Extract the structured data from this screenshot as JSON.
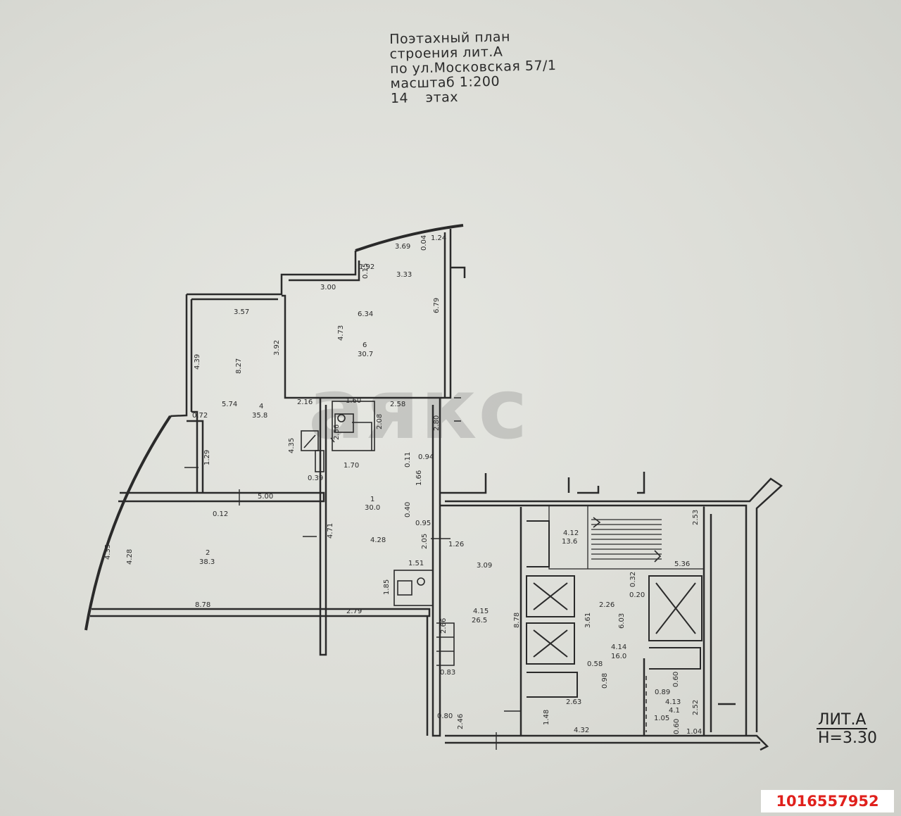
{
  "title": {
    "line1": "Поэтахный план",
    "line2": "строения лит.А",
    "line3": "по ул.Московская 57/1",
    "line4": "масштаб 1:200",
    "line5": "14   этах"
  },
  "legend": {
    "lit": "ЛИТ.А",
    "height": "H=3.30"
  },
  "watermark": "аякс",
  "listing_id": "1016557952",
  "dimensions": [
    {
      "id": "d1",
      "text": "3.57"
    },
    {
      "id": "d2",
      "text": "3.00"
    },
    {
      "id": "d3",
      "text": "3.33"
    },
    {
      "id": "d4",
      "text": "3.69"
    },
    {
      "id": "d5",
      "text": "0.04"
    },
    {
      "id": "d6",
      "text": "1.24"
    },
    {
      "id": "d7",
      "text": "0.15"
    },
    {
      "id": "d8",
      "text": "1.92"
    },
    {
      "id": "d9",
      "text": "6.34"
    },
    {
      "id": "d10",
      "text": "4.73"
    },
    {
      "id": "d11",
      "text": "6.79"
    },
    {
      "id": "d12",
      "text": "3.92"
    },
    {
      "id": "d13",
      "text": "4.39"
    },
    {
      "id": "d14",
      "text": "8.27"
    },
    {
      "id": "d15",
      "text": "5.74"
    },
    {
      "id": "d16",
      "text": "0.72"
    },
    {
      "id": "d17",
      "text": "2.16"
    },
    {
      "id": "d18",
      "text": "1.60"
    },
    {
      "id": "d19",
      "text": "2.58"
    },
    {
      "id": "d20",
      "text": "2.80"
    },
    {
      "id": "d21",
      "text": "4.35"
    },
    {
      "id": "d22",
      "text": "2.56"
    },
    {
      "id": "d23",
      "text": "2.08"
    },
    {
      "id": "d24",
      "text": "1.70"
    },
    {
      "id": "d25",
      "text": "0.11"
    },
    {
      "id": "d26",
      "text": "0.94"
    },
    {
      "id": "d27",
      "text": "1.66"
    },
    {
      "id": "d28",
      "text": "0.39"
    },
    {
      "id": "d29",
      "text": "1.29"
    },
    {
      "id": "d30",
      "text": "5.00"
    },
    {
      "id": "d31",
      "text": "0.12"
    },
    {
      "id": "d32",
      "text": "0.40"
    },
    {
      "id": "d33",
      "text": "0.95"
    },
    {
      "id": "d34",
      "text": "4.71"
    },
    {
      "id": "d35",
      "text": "4.28"
    },
    {
      "id": "d36",
      "text": "2.05"
    },
    {
      "id": "d37",
      "text": "1.26"
    },
    {
      "id": "d38",
      "text": "3.09"
    },
    {
      "id": "d39",
      "text": "4.35"
    },
    {
      "id": "d40",
      "text": "4.28"
    },
    {
      "id": "d41",
      "text": "1.51"
    },
    {
      "id": "d42",
      "text": "1.85"
    },
    {
      "id": "d43",
      "text": "8.78"
    },
    {
      "id": "d44",
      "text": "2.79"
    },
    {
      "id": "d45",
      "text": "2.66"
    },
    {
      "id": "d46",
      "text": "8.78"
    },
    {
      "id": "d47",
      "text": "0.83"
    },
    {
      "id": "d48",
      "text": "0.80"
    },
    {
      "id": "d49",
      "text": "2.46"
    },
    {
      "id": "d50",
      "text": "1.48"
    },
    {
      "id": "d51",
      "text": "4.32"
    },
    {
      "id": "d52",
      "text": "2.63"
    },
    {
      "id": "d53",
      "text": "0.58"
    },
    {
      "id": "d54",
      "text": "0.98"
    },
    {
      "id": "d55",
      "text": "3.61"
    },
    {
      "id": "d56",
      "text": "2.26"
    },
    {
      "id": "d57",
      "text": "6.03"
    },
    {
      "id": "d58",
      "text": "0.32"
    },
    {
      "id": "d59",
      "text": "0.20"
    },
    {
      "id": "d60",
      "text": "5.36"
    },
    {
      "id": "d61",
      "text": "2.53"
    },
    {
      "id": "d62",
      "text": "0.89"
    },
    {
      "id": "d63",
      "text": "0.60"
    },
    {
      "id": "d64",
      "text": "2.52"
    },
    {
      "id": "d65",
      "text": "1.05"
    },
    {
      "id": "d66",
      "text": "0.60"
    },
    {
      "id": "d67",
      "text": "1.04"
    }
  ],
  "rooms": [
    {
      "id": "r1",
      "num": "6",
      "area": "30.7"
    },
    {
      "id": "r2",
      "num": "4",
      "area": "35.8"
    },
    {
      "id": "r3",
      "num": "1",
      "area": "30.0"
    },
    {
      "id": "r4",
      "num": "2",
      "area": "38.3"
    },
    {
      "id": "r5",
      "num": "4.15",
      "area": "26.5"
    },
    {
      "id": "r6",
      "num": "4.12",
      "area": "13.6"
    },
    {
      "id": "r7",
      "num": "4.14",
      "area": "16.0"
    },
    {
      "id": "r8",
      "num": "4.13",
      "area": "4.1"
    }
  ]
}
